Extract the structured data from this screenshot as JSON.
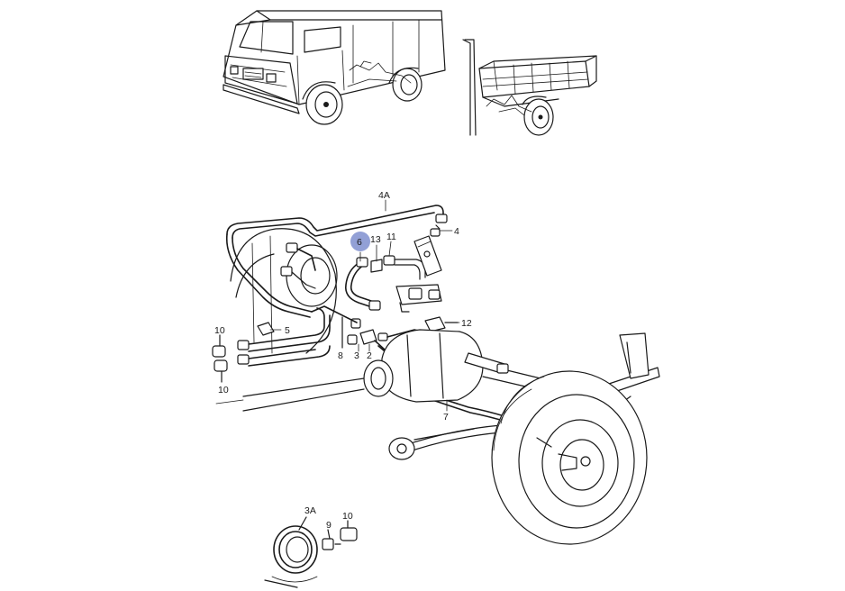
{
  "callouts": {
    "c4A": "4A",
    "c4": "4",
    "c6": "6",
    "c13": "13",
    "c11": "11",
    "c12": "12",
    "c5": "5",
    "c10a": "10",
    "c10b": "10",
    "c8": "8",
    "c3": "3",
    "c2": "2",
    "c7": "7",
    "c3A": "3A",
    "c9": "9",
    "c10c": "10"
  },
  "highlight_color": "#7f8fcf",
  "highlighted_callout": "6"
}
